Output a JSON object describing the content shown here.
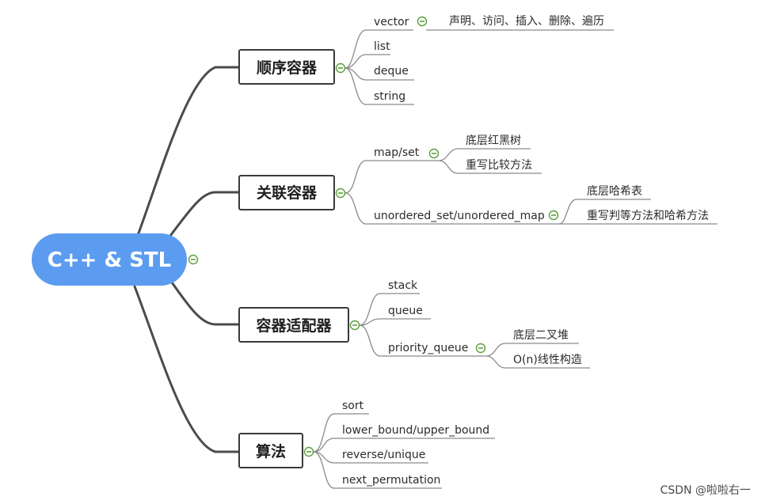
{
  "root": {
    "label": "C++ & STL"
  },
  "branches": [
    {
      "label": "顺序容器",
      "children": [
        {
          "label": "vector",
          "children": [
            {
              "label": "声明、访问、插入、删除、遍历"
            }
          ]
        },
        {
          "label": "list"
        },
        {
          "label": "deque"
        },
        {
          "label": "string"
        }
      ]
    },
    {
      "label": "关联容器",
      "children": [
        {
          "label": "map/set",
          "children": [
            {
              "label": "底层红黑树"
            },
            {
              "label": "重写比较方法"
            }
          ]
        },
        {
          "label": "unordered_set/unordered_map",
          "children": [
            {
              "label": "底层哈希表"
            },
            {
              "label": "重写判等方法和哈希方法"
            }
          ]
        }
      ]
    },
    {
      "label": "容器适配器",
      "children": [
        {
          "label": "stack"
        },
        {
          "label": "queue"
        },
        {
          "label": "priority_queue",
          "children": [
            {
              "label": "底层二叉堆"
            },
            {
              "label": "O(n)线性构造"
            }
          ]
        }
      ]
    },
    {
      "label": "算法",
      "children": [
        {
          "label": "sort"
        },
        {
          "label": "lower_bound/upper_bound"
        },
        {
          "label": "reverse/unique"
        },
        {
          "label": "next_permutation"
        }
      ]
    }
  ],
  "watermark": "CSDN @啦啦右一",
  "icons": {
    "collapse": "collapse-minus-icon"
  },
  "colors": {
    "root_fill": "#5b9cf0",
    "root_text": "#ffffff",
    "connector": "#4b4b4b",
    "collapse_icon": "#5aa03c"
  }
}
